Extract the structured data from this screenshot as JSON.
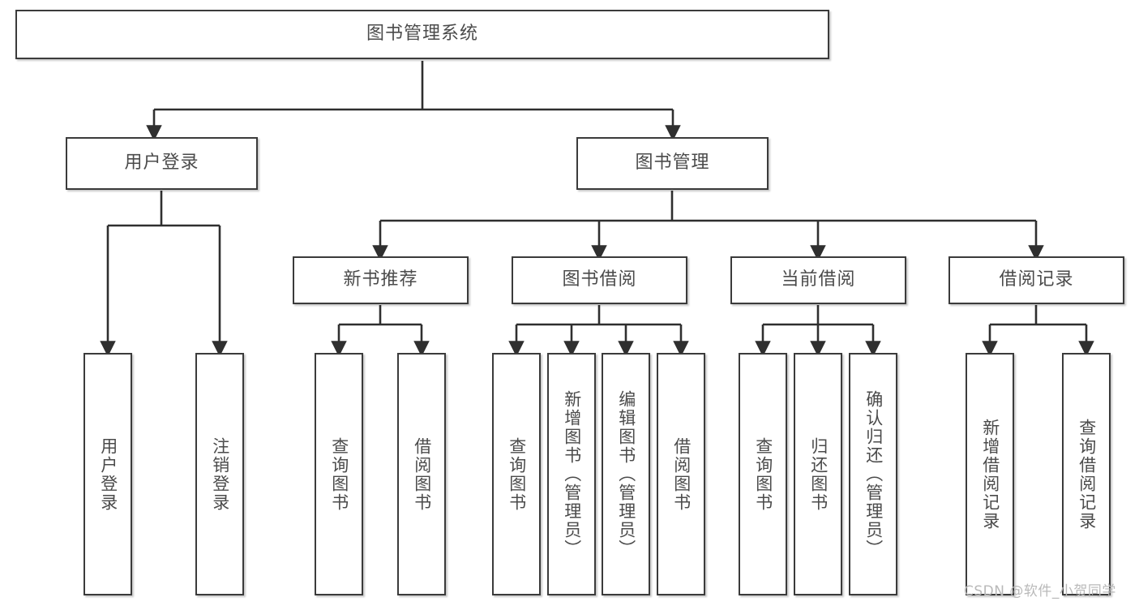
{
  "diagram": {
    "title": "图书管理系统",
    "type": "tree-hierarchy-diagram",
    "colors": {
      "box_border": "#3b3b3b",
      "box_fill": "#ffffff",
      "line": "#2f2f2f",
      "text": "#4b4b4b",
      "watermark": "#b9b9b9",
      "background": "#ffffff"
    },
    "root": {
      "label": "图书管理系统"
    },
    "level2": [
      {
        "label": "用户登录"
      },
      {
        "label": "图书管理"
      }
    ],
    "level3": [
      {
        "label": "新书推荐"
      },
      {
        "label": "图书借阅"
      },
      {
        "label": "当前借阅"
      },
      {
        "label": "借阅记录"
      }
    ],
    "leaves": {
      "user_login": [
        {
          "label": "用户登录"
        },
        {
          "label": "注销登录"
        }
      ],
      "new_book_recommend": [
        {
          "label": "查询图书"
        },
        {
          "label": "借阅图书"
        }
      ],
      "book_borrow": [
        {
          "label": "查询图书"
        },
        {
          "label": "新增图书（管理员）"
        },
        {
          "label": "编辑图书（管理员）"
        },
        {
          "label": "借阅图书"
        }
      ],
      "current_borrow": [
        {
          "label": "查询图书"
        },
        {
          "label": "归还图书"
        },
        {
          "label": "确认归还（管理员）"
        }
      ],
      "borrow_record": [
        {
          "label": "新增借阅记录"
        },
        {
          "label": "查询借阅记录"
        }
      ]
    }
  },
  "watermark": {
    "text": "CSDN @软件_小贺同学"
  }
}
